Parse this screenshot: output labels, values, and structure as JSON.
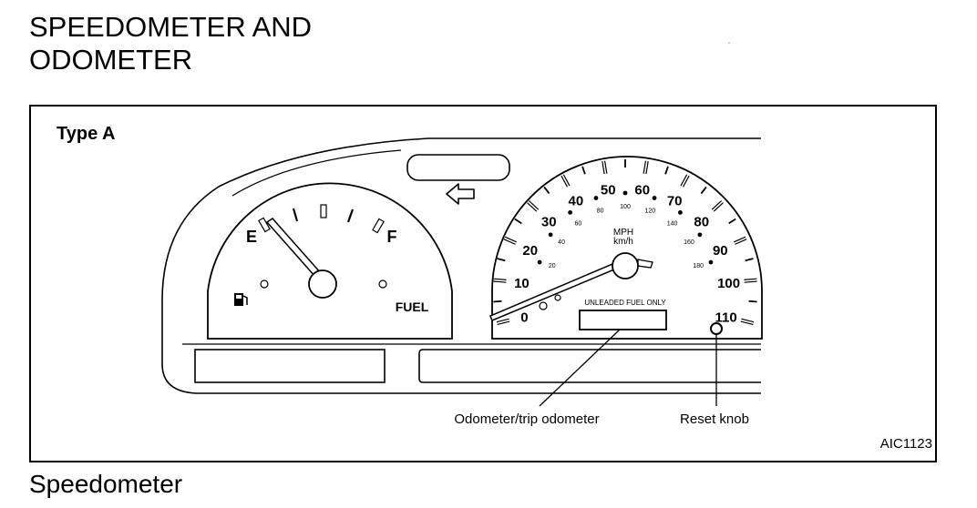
{
  "header": {
    "title_line1": "SPEEDOMETER AND",
    "title_line2": "ODOMETER"
  },
  "figure": {
    "type_label": "Type A",
    "fuel_gauge": {
      "empty_label": "E",
      "full_label": "F",
      "gauge_label": "FUEL",
      "icon": "fuel-pump-icon"
    },
    "speedometer": {
      "mph_ticks": [
        "0",
        "10",
        "20",
        "30",
        "40",
        "50",
        "60",
        "70",
        "80",
        "90",
        "100",
        "110"
      ],
      "kmh_ticks": [
        "20",
        "40",
        "60",
        "80",
        "100",
        "120",
        "140",
        "160",
        "180"
      ],
      "unit_mph": "MPH",
      "unit_kmh": "km/h",
      "fuel_notice": "UNLEADED FUEL ONLY"
    },
    "turn_signal_icon": "left-arrow-icon",
    "callouts": {
      "odometer": "Odometer/trip odometer",
      "reset_knob": "Reset knob"
    },
    "figure_code": "AIC1123"
  },
  "footer": {
    "caption": "Speedometer"
  }
}
